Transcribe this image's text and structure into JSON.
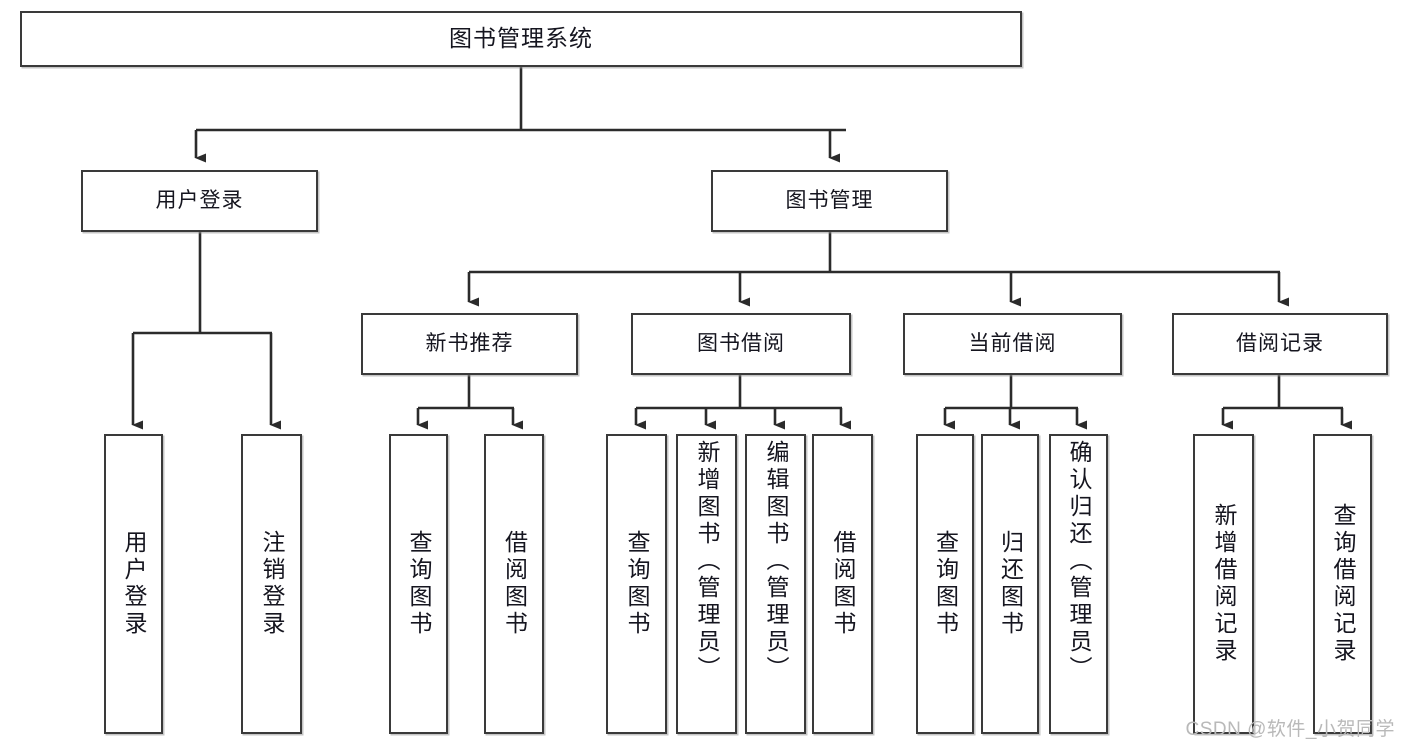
{
  "diagram": {
    "title": "图书管理系统",
    "type": "tree-hierarchy-chart",
    "watermark": "CSDN @软件_小贺同学",
    "colors": {
      "background": "#ffffff",
      "box_border": "#3a3a3a",
      "box_fill": "#ffffff",
      "text": "#15151f",
      "connector": "#2b2b2b",
      "watermark": "#b9b9b9"
    }
  },
  "nodes": {
    "root": {
      "label": "图书管理系统"
    },
    "level1": [
      {
        "id": "user-login",
        "label": "用户登录"
      },
      {
        "id": "book-manage",
        "label": "图书管理"
      }
    ],
    "level2": [
      {
        "id": "new-book-recommend",
        "label": "新书推荐"
      },
      {
        "id": "book-borrow",
        "label": "图书借阅"
      },
      {
        "id": "current-borrow",
        "label": "当前借阅"
      },
      {
        "id": "borrow-record",
        "label": "借阅记录"
      }
    ],
    "leaves": {
      "user-login": [
        {
          "id": "leaf-user-login",
          "label": "用户登录"
        },
        {
          "id": "leaf-user-logout",
          "label": "注销登录"
        }
      ],
      "new-book-recommend": [
        {
          "id": "leaf-query-book-1",
          "label": "查询图书"
        },
        {
          "id": "leaf-borrow-book-1",
          "label": "借阅图书"
        }
      ],
      "book-borrow": [
        {
          "id": "leaf-query-book-2",
          "label": "查询图书"
        },
        {
          "id": "leaf-add-book",
          "label": "新增图书（管理员）"
        },
        {
          "id": "leaf-edit-book",
          "label": "编辑图书（管理员）"
        },
        {
          "id": "leaf-borrow-book-2",
          "label": "借阅图书"
        }
      ],
      "current-borrow": [
        {
          "id": "leaf-query-book-3",
          "label": "查询图书"
        },
        {
          "id": "leaf-return-book",
          "label": "归还图书"
        },
        {
          "id": "leaf-confirm-return",
          "label": "确认归还（管理员）"
        }
      ],
      "borrow-record": [
        {
          "id": "leaf-add-record",
          "label": "新增借阅记录"
        },
        {
          "id": "leaf-query-record",
          "label": "查询借阅记录"
        }
      ]
    }
  }
}
